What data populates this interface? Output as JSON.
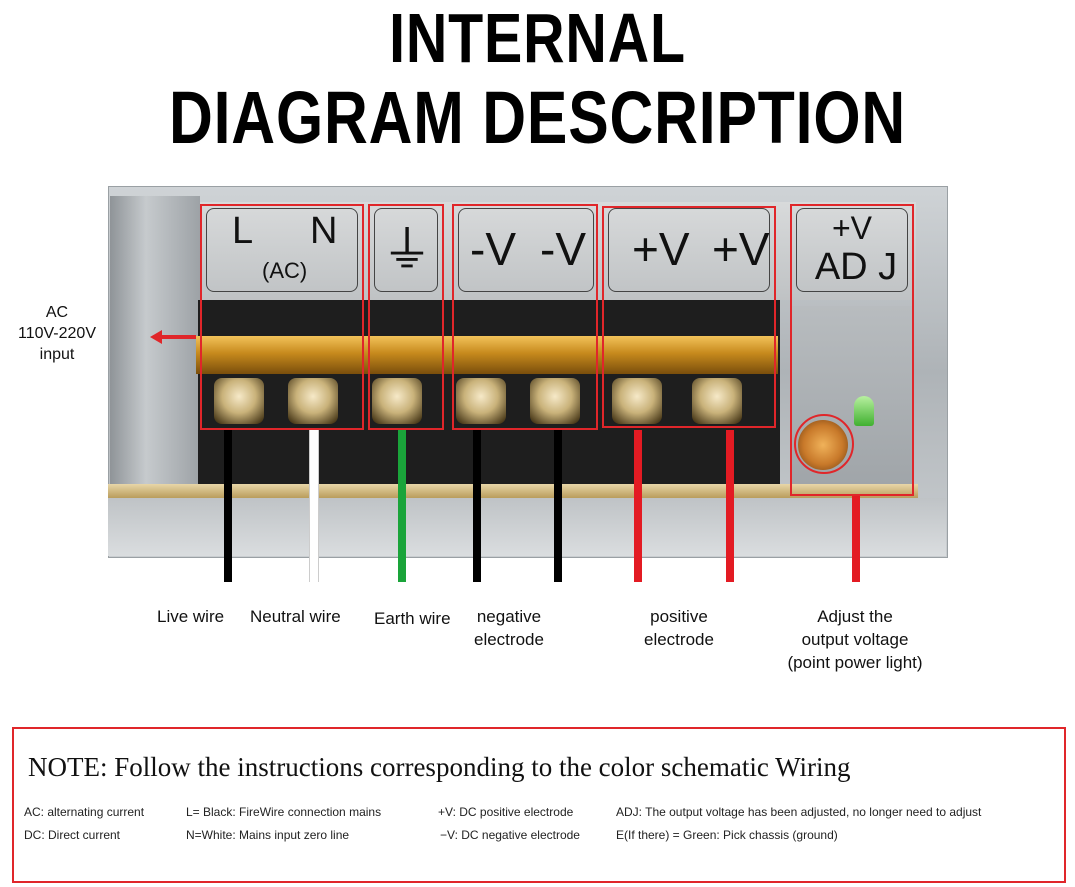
{
  "title": {
    "line1": "INTERNAL",
    "line2": "DIAGRAM DESCRIPTION"
  },
  "terminals": {
    "ac_l": "L",
    "ac_n": "N",
    "ac_sub": "(AC)",
    "earth_symbol": "⏚",
    "neg1": "-V",
    "neg2": "-V",
    "pos1": "+V",
    "pos2": "+V",
    "adj_top": "+V",
    "adj_bottom": "AD J"
  },
  "input_label": {
    "line1": "AC",
    "line2": "110V-220V",
    "line3": "input"
  },
  "wire_labels": {
    "live": "Live wire",
    "neutral": "Neutral wire",
    "earth": "Earth wire",
    "negative_l1": "negative",
    "negative_l2": "electrode",
    "positive_l1": "positive",
    "positive_l2": "electrode",
    "adjust_l1": "Adjust the",
    "adjust_l2": "output voltage",
    "adjust_l3": "(point power light)"
  },
  "colors": {
    "live": "#000000",
    "neutral": "#ffffff",
    "earth": "#1aa43a",
    "negative": "#000000",
    "positive": "#e31b23",
    "highlight": "#e0262a"
  },
  "note": {
    "title": "NOTE: Follow the instructions corresponding to the color schematic Wiring",
    "row1": {
      "c1": "AC: alternating current",
      "c2": "L=  Black: FireWire connection mains",
      "c3": "+V: DC positive electrode",
      "c4": "ADJ: The output voltage has been adjusted, no longer need to adjust"
    },
    "row2": {
      "c1": "DC: Direct current",
      "c2": "N=White: Mains input zero line",
      "c3": "−V: DC negative electrode",
      "c4": "E(If there)   =   Green: Pick chassis (ground)"
    }
  }
}
